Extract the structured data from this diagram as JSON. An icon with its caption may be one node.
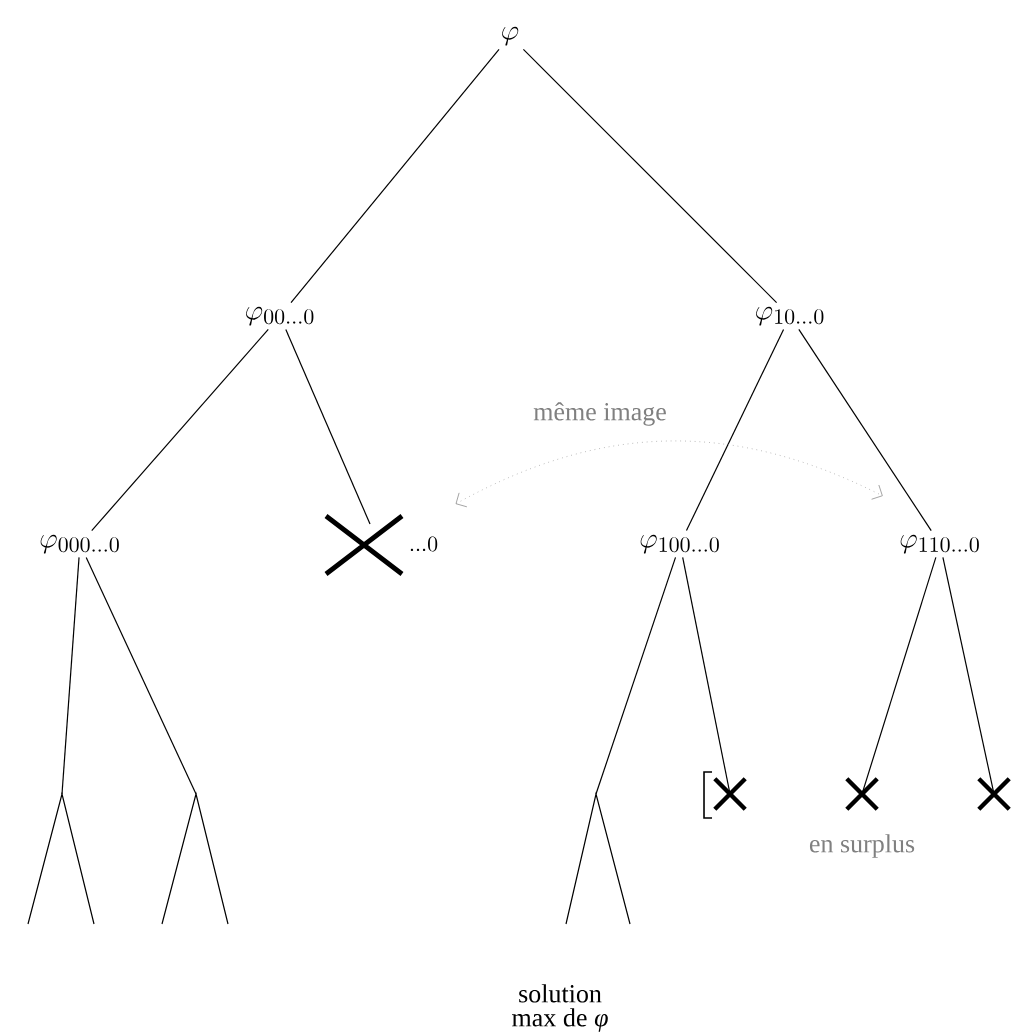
{
  "diagram": {
    "nodes": [
      {
        "text": [
          "\\varphi"
        ]
      },
      {
        "text": [
          "\\varphi_{00\\ldots0}"
        ]
      },
      {
        "text": [
          "\\varphi_{10\\ldots0}"
        ]
      },
      {
        "text": [
          "\\varphi_{000\\ldots0}"
        ]
      },
      {
        "text": [
          "{}_{\\ldots0}"
        ]
      },
      {
        "text": [
          "\\varphi_{100\\ldots0}"
        ]
      },
      {
        "text": [
          "\\varphi_{110\\ldots0}"
        ]
      },
      {
        "text": [],
        "shape": "cross"
      },
      {
        "text": [],
        "shape": "cross"
      },
      {
        "text": [],
        "shape": "cross"
      },
      {
        "text": [
          "solution max de *φ*"
        ]
      }
    ],
    "edges": [
      {
        "from": 0,
        "to": 1,
        "arrow": "none"
      },
      {
        "from": 0,
        "to": 2,
        "arrow": "none"
      },
      {
        "from": 1,
        "to": 3,
        "arrow": "none"
      },
      {
        "from": 1,
        "to": 4,
        "arrow": "none"
      },
      {
        "from": 2,
        "to": 5,
        "arrow": "none"
      },
      {
        "from": 2,
        "to": 6,
        "arrow": "none"
      },
      {
        "from": 3,
        "to": null,
        "arrow": "none"
      },
      {
        "from": 3,
        "to": null,
        "arrow": "none"
      },
      {
        "from": 5,
        "to": null,
        "arrow": "none"
      },
      {
        "from": 5,
        "to": 7,
        "arrow": "none"
      },
      {
        "from": 6,
        "to": 8,
        "arrow": "none"
      },
      {
        "from": 6,
        "to": 9,
        "arrow": "none"
      },
      {
        "from": 4,
        "to": 6,
        "arrow": "both",
        "label": "même image",
        "style": "dashed",
        "color": "#999999"
      }
    ],
    "labels": [
      "en surplus"
    ]
  }
}
